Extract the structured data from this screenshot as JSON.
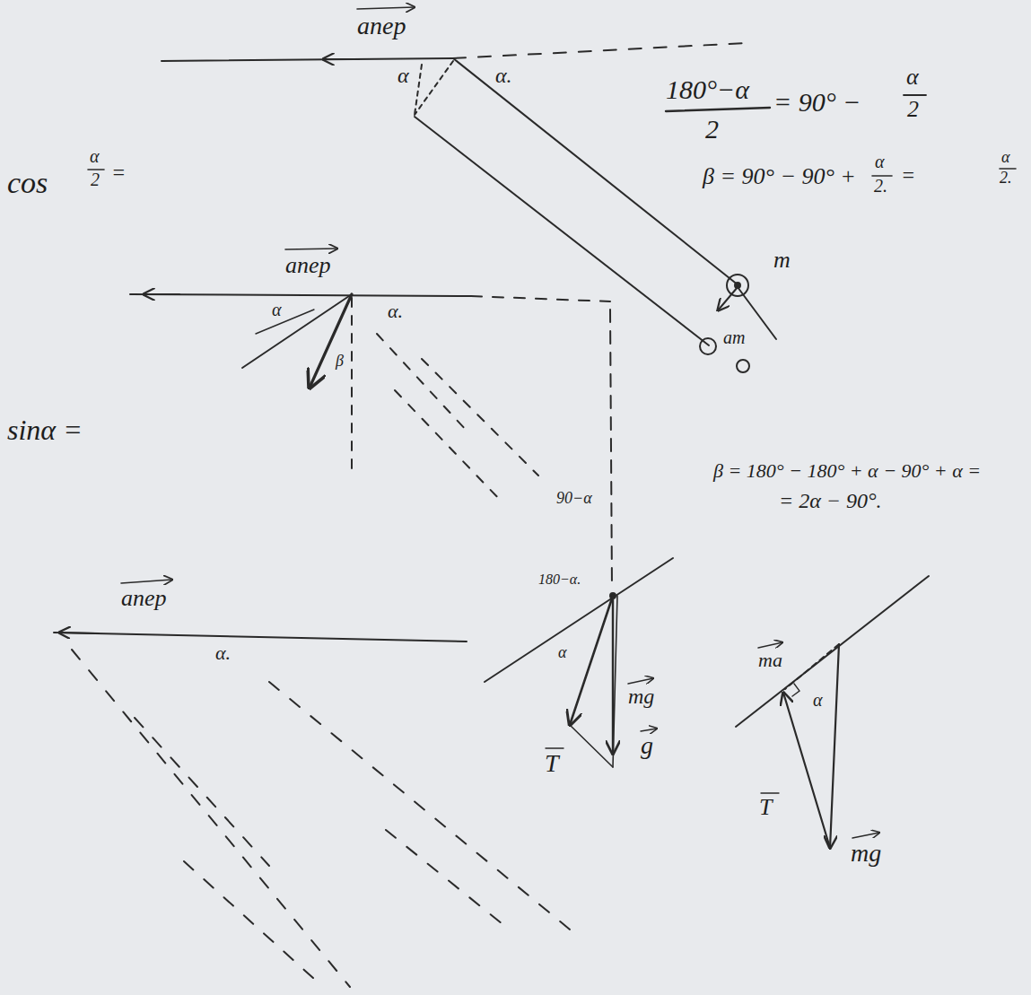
{
  "diagram": {
    "labels": [
      "aпер",
      "α",
      "α.",
      "cos",
      "α",
      "2",
      "=",
      "180°−α",
      "2",
      "= 90° −",
      "α",
      "2",
      "β = 90° − 90° +",
      "α",
      "2.",
      "=",
      "α",
      "2.",
      "m",
      "am",
      "aпер",
      "α",
      "α.",
      "β",
      "sinα =",
      "β = 180° − 180° + α − 90° + α =",
      "= 2α − 90°.",
      "90−α",
      "180−α.",
      "α",
      "mg",
      "g",
      "T",
      "aпер",
      "α.",
      "ma",
      "α",
      "T",
      "mg"
    ]
  }
}
